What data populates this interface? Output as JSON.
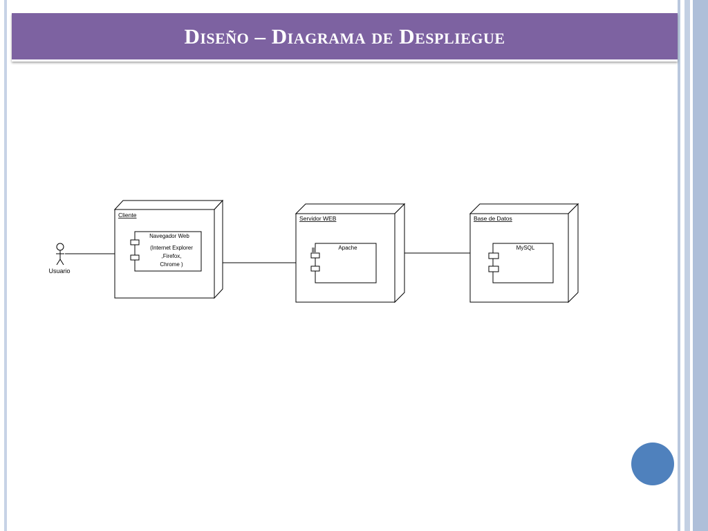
{
  "slide": {
    "title": "Diseño – Diagrama de Despliegue"
  },
  "diagram": {
    "actor": {
      "label": "Usuario"
    },
    "nodes": [
      {
        "label": "Cliente",
        "component": {
          "name": "Navegador Web",
          "description": [
            "(Internet Explorer",
            ",Firefox,",
            "Chrome )"
          ]
        }
      },
      {
        "label": "Servidor WEB",
        "component": {
          "name": "Apache"
        }
      },
      {
        "label": "Base de Datos",
        "component": {
          "name": "MySQL"
        }
      }
    ]
  },
  "colors": {
    "title_bar": "#7d62a1",
    "title_text": "#ffffff",
    "accent_circle": "#4f81bd",
    "border_blue": "#b9c8de"
  }
}
